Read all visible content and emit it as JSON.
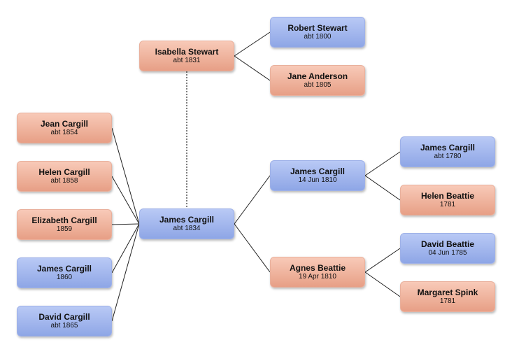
{
  "people": [
    {
      "id": "robert-stewart",
      "name": "Robert Stewart",
      "date": "abt 1800",
      "sex": "male"
    },
    {
      "id": "jane-anderson",
      "name": "Jane Anderson",
      "date": "abt 1805",
      "sex": "female"
    },
    {
      "id": "isabella-stewart",
      "name": "Isabella Stewart",
      "date": "abt 1831",
      "sex": "female"
    },
    {
      "id": "jean-cargill",
      "name": "Jean Cargill",
      "date": "abt 1854",
      "sex": "female"
    },
    {
      "id": "helen-cargill",
      "name": "Helen Cargill",
      "date": "abt 1858",
      "sex": "female"
    },
    {
      "id": "elizabeth-cargill",
      "name": "Elizabeth Cargill",
      "date": "1859",
      "sex": "female"
    },
    {
      "id": "james-cargill-1860",
      "name": "James Cargill",
      "date": "1860",
      "sex": "male"
    },
    {
      "id": "david-cargill",
      "name": "David Cargill",
      "date": "abt 1865",
      "sex": "male"
    },
    {
      "id": "james-cargill-1834",
      "name": "James Cargill",
      "date": "abt 1834",
      "sex": "male"
    },
    {
      "id": "james-cargill-1810",
      "name": "James Cargill",
      "date": "14 Jun 1810",
      "sex": "male"
    },
    {
      "id": "agnes-beattie",
      "name": "Agnes Beattie",
      "date": "19 Apr 1810",
      "sex": "female"
    },
    {
      "id": "james-cargill-1780",
      "name": "James Cargill",
      "date": "abt 1780",
      "sex": "male"
    },
    {
      "id": "helen-beattie",
      "name": "Helen Beattie",
      "date": "1781",
      "sex": "female"
    },
    {
      "id": "david-beattie",
      "name": "David Beattie",
      "date": "04 Jun 1785",
      "sex": "male"
    },
    {
      "id": "margaret-spink",
      "name": "Margaret Spink",
      "date": "1781",
      "sex": "female"
    }
  ],
  "relations": [
    {
      "from": "isabella-stewart",
      "to": "robert-stewart",
      "kind": "parent"
    },
    {
      "from": "isabella-stewart",
      "to": "jane-anderson",
      "kind": "parent"
    },
    {
      "from": "james-cargill-1834",
      "to": "isabella-stewart",
      "kind": "spouse"
    },
    {
      "from": "james-cargill-1834",
      "to": "james-cargill-1810",
      "kind": "parent"
    },
    {
      "from": "james-cargill-1834",
      "to": "agnes-beattie",
      "kind": "parent"
    },
    {
      "from": "james-cargill-1810",
      "to": "james-cargill-1780",
      "kind": "parent"
    },
    {
      "from": "james-cargill-1810",
      "to": "helen-beattie",
      "kind": "parent"
    },
    {
      "from": "agnes-beattie",
      "to": "david-beattie",
      "kind": "parent"
    },
    {
      "from": "agnes-beattie",
      "to": "margaret-spink",
      "kind": "parent"
    },
    {
      "from": "james-cargill-1834",
      "to": "jean-cargill",
      "kind": "child"
    },
    {
      "from": "james-cargill-1834",
      "to": "helen-cargill",
      "kind": "child"
    },
    {
      "from": "james-cargill-1834",
      "to": "elizabeth-cargill",
      "kind": "child"
    },
    {
      "from": "james-cargill-1834",
      "to": "james-cargill-1860",
      "kind": "child"
    },
    {
      "from": "james-cargill-1834",
      "to": "david-cargill",
      "kind": "child"
    }
  ],
  "colors": {
    "male": "#9db3ee",
    "female": "#f0b4a0",
    "connector": "#222222",
    "spouse_connector": "#555555"
  }
}
